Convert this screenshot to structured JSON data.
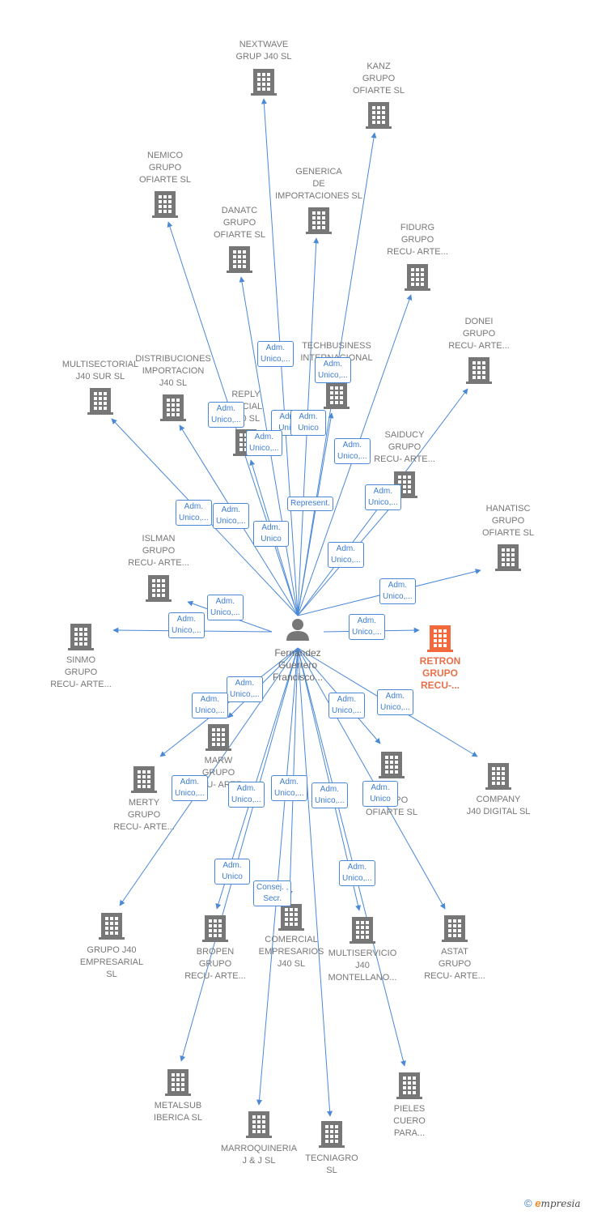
{
  "colors": {
    "edge": "#4a88d8",
    "building": "#777777",
    "highlight": "#f26a3c",
    "person": "#777777"
  },
  "center": {
    "name": "Fernandez\nGuerrero\nFrancisco...",
    "icon": "person-icon"
  },
  "nodes": [
    {
      "id": "nextwave",
      "label": "NEXTWAVE\nGRUP J40  SL",
      "icon": "building-icon"
    },
    {
      "id": "kanz",
      "label": "KANZ\nGRUPO\nOFIARTE  SL",
      "icon": "building-icon"
    },
    {
      "id": "nemico",
      "label": "NEMICO\nGRUPO\nOFIARTE  SL",
      "icon": "building-icon"
    },
    {
      "id": "generica",
      "label": "GENERICA\nDE\nIMPORTACIONES SL",
      "icon": "building-icon"
    },
    {
      "id": "danatc",
      "label": "DANATC\nGRUPO\nOFIARTE  SL",
      "icon": "building-icon"
    },
    {
      "id": "fidurg",
      "label": "FIDURG\nGRUPO\nRECU- ARTE...",
      "icon": "building-icon"
    },
    {
      "id": "techbusiness",
      "label": "TECHBUSINESS\nINTERNACIONAL",
      "icon": "building-icon"
    },
    {
      "id": "donei",
      "label": "DONEI\nGRUPO\nRECU- ARTE...",
      "icon": "building-icon"
    },
    {
      "id": "multisectorial",
      "label": "MULTISECTORIAL\nJ40 SUR  SL",
      "icon": "building-icon"
    },
    {
      "id": "distribuciones",
      "label": "DISTRIBUCIONES\nIMPORTACION\nJ40  SL",
      "icon": "building-icon"
    },
    {
      "id": "reply",
      "label": "REPLY\nSOCIAL\nJ40  SL",
      "icon": "building-icon"
    },
    {
      "id": "saiducy",
      "label": "SAIDUCY\nGRUPO\nRECU- ARTE...",
      "icon": "building-icon"
    },
    {
      "id": "hanatisc",
      "label": "HANATISC\nGRUPO\nOFIARTE  SL",
      "icon": "building-icon"
    },
    {
      "id": "islman",
      "label": "ISLMAN\nGRUPO\nRECU- ARTE...",
      "icon": "building-icon"
    },
    {
      "id": "sinmo",
      "label": "SINMO\nGRUPO\nRECU- ARTE...",
      "icon": "building-icon"
    },
    {
      "id": "retron",
      "label": "RETRON\nGRUPO\nRECU-...",
      "icon": "building-icon",
      "highlight": true
    },
    {
      "id": "marw",
      "label": "MARW\nGRUPO\nRECU- ARTE...",
      "icon": "building-icon"
    },
    {
      "id": "merty",
      "label": "MERTY\nGRUPO\nRECU- ARTE...",
      "icon": "building-icon"
    },
    {
      "id": "xu",
      "label": "XU\nGRUPO\nOFIARTE  SL",
      "icon": "building-icon"
    },
    {
      "id": "company",
      "label": "COMPANY\nJ40 DIGITAL  SL",
      "icon": "building-icon"
    },
    {
      "id": "grupoj40",
      "label": "GRUPO J40\nEMPRESARIAL\nSL",
      "icon": "building-icon"
    },
    {
      "id": "bropen",
      "label": "BROPEN\nGRUPO\nRECU- ARTE...",
      "icon": "building-icon"
    },
    {
      "id": "comercial",
      "label": "COMERCIAL\nEMPRESARIOS\nJ40  SL",
      "icon": "building-icon"
    },
    {
      "id": "multiservicio",
      "label": "MULTISERVICIO\nJ40\nMONTELLANO...",
      "icon": "building-icon"
    },
    {
      "id": "astat",
      "label": "ASTAT\nGRUPO\nRECU- ARTE...",
      "icon": "building-icon"
    },
    {
      "id": "metalsub",
      "label": "METALSUB\nIBERICA SL",
      "icon": "building-icon"
    },
    {
      "id": "pieles",
      "label": "PIELES\nCUERO\nPARA...",
      "icon": "building-icon"
    },
    {
      "id": "marroquineria",
      "label": "MARROQUINERIA\nJ & J  SL",
      "icon": "building-icon"
    },
    {
      "id": "tecniagro",
      "label": "TECNIAGRO\nSL",
      "icon": "building-icon"
    }
  ],
  "edge_labels": [
    "Adm.\nUnico,...",
    "Adm.\nUnico,...",
    "Adm.\nUnico,...",
    "Adm.\nUnico",
    "Adm.\nUnico",
    "Adm.\nUnico,...",
    "Adm.\nUnico,...",
    "Adm.\nUnico,...",
    "Represent.",
    "Adm.\nUnico,...",
    "Adm.\nUnico,...",
    "Adm.\nUnico,...",
    "Adm.\nUnico",
    "Adm.\nUnico,...",
    "Adm.\nUnico,...",
    "Adm.\nUnico,...",
    "Adm.\nUnico,...",
    "Adm.\nUnico,...",
    "Adm.\nUnico,...",
    "Adm.\nUnico,...",
    "Adm.\nUnico,...",
    "Adm.\nUnico,...",
    "Adm.\nUnico,...",
    "Adm.\nUnico,...",
    "Adm.\nUnico,...",
    "Adm.\nUnico",
    "Adm.\nUnico",
    "Adm.\nUnico,...",
    "Consej. ,\nSecr."
  ],
  "footer": {
    "copyright": "©",
    "brand": "mpresia",
    "brand_initial": "e"
  }
}
